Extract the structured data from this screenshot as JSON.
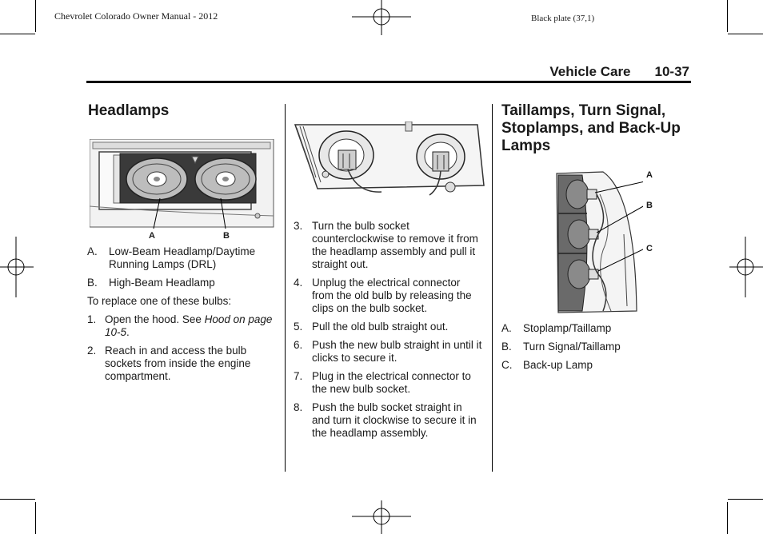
{
  "header": {
    "manual_title": "Chevrolet Colorado Owner Manual - 2012",
    "plate": "Black plate (37,1)",
    "section_title": "Vehicle Care",
    "page_number": "10-37"
  },
  "headlamps": {
    "title": "Headlamps",
    "figure_labels": [
      "A",
      "B"
    ],
    "legend": [
      {
        "letter": "A.",
        "text": "Low-Beam Headlamp/Daytime Running Lamps (DRL)"
      },
      {
        "letter": "B.",
        "text": "High-Beam Headlamp"
      }
    ],
    "intro": "To replace one of these bulbs:",
    "step1_num": "1.",
    "step1_pre": "Open the hood. See ",
    "step1_link": "Hood on page 10-5",
    "step1_post": ".",
    "step2_num": "2.",
    "step2_text": "Reach in and access the bulb sockets from inside the engine compartment."
  },
  "steps": [
    {
      "num": "3.",
      "text": "Turn the bulb socket counterclockwise to remove it from the headlamp assembly and pull it straight out."
    },
    {
      "num": "4.",
      "text": "Unplug the electrical connector from the old bulb by releasing the clips on the bulb socket."
    },
    {
      "num": "5.",
      "text": "Pull the old bulb straight out."
    },
    {
      "num": "6.",
      "text": "Push the new bulb straight in until it clicks to secure it."
    },
    {
      "num": "7.",
      "text": "Plug in the electrical connector to the new bulb socket."
    },
    {
      "num": "8.",
      "text": "Push the bulb socket straight in and turn it clockwise to secure it in the headlamp assembly."
    }
  ],
  "taillamps": {
    "title_line1": "Taillamps, Turn Signal,",
    "title_line2": "Stoplamps, and Back-Up",
    "title_line3": "Lamps",
    "figure_labels": [
      "A",
      "B",
      "C"
    ],
    "legend": [
      {
        "letter": "A.",
        "text": "Stoplamp/Taillamp"
      },
      {
        "letter": "B.",
        "text": "Turn Signal/Taillamp"
      },
      {
        "letter": "C.",
        "text": "Back-up Lamp"
      }
    ]
  }
}
